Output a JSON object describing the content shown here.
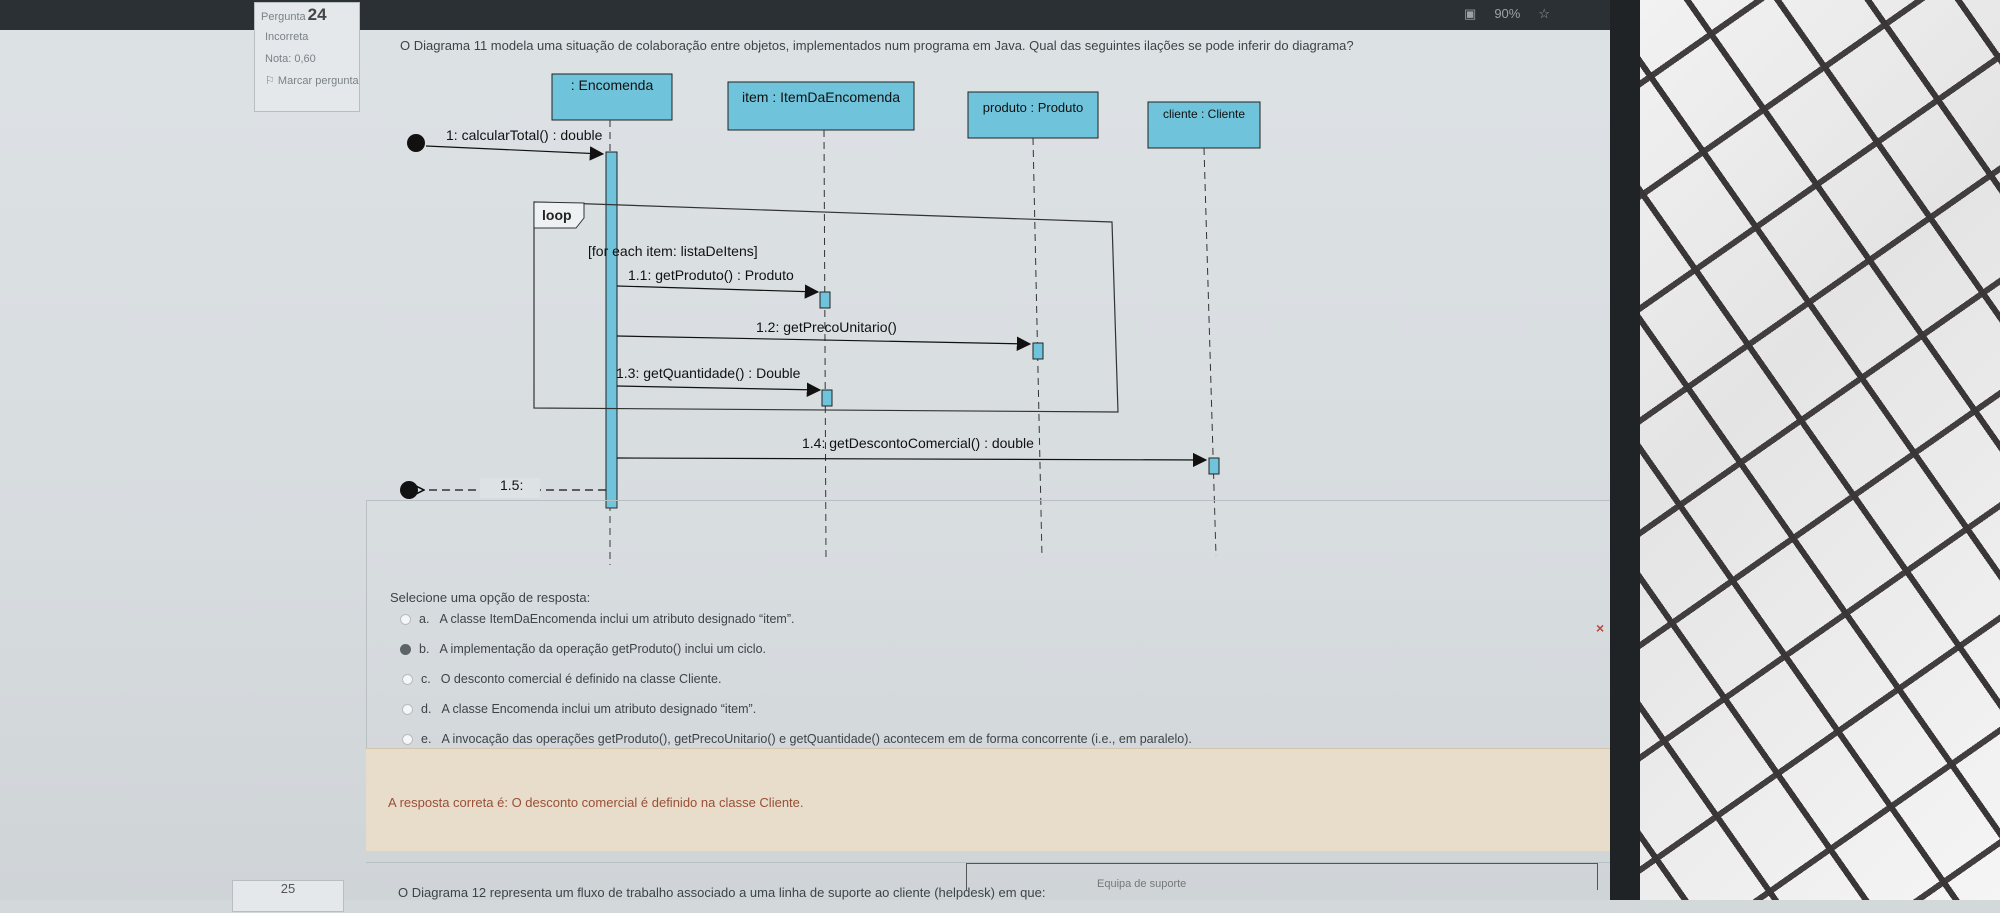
{
  "question_info": {
    "number_prefix": "Pergunta",
    "number": "24",
    "status": "Incorreta",
    "grade": "Nota: 0,60",
    "flag_label": "Marcar pergunta"
  },
  "question": {
    "text": "O Diagrama 11 modela uma situação de colaboração entre objetos, implementados num programa em Java. Qual das seguintes ilações se pode inferir do diagrama?"
  },
  "diagram": {
    "lifelines": [
      ": Encomenda",
      "item : ItemDaEncomenda",
      "produto : Produto",
      "cliente : Cliente"
    ],
    "fragment_label": "loop",
    "guard": "[for each item: listaDeItens]",
    "messages": [
      "1: calcularTotal() : double",
      "1.1: getProduto() : Produto",
      "1.2: getPrecoUnitario()",
      "1.3: getQuantidade() : Double",
      "1.4: getDescontoComercial() : double",
      "1.5:"
    ]
  },
  "answers": {
    "prompt": "Selecione uma opção de resposta:",
    "options": [
      {
        "letter": "a.",
        "text": "A classe ItemDaEncomenda inclui um atributo designado “item”."
      },
      {
        "letter": "b.",
        "text": "A implementação da operação getProduto() inclui um ciclo."
      },
      {
        "letter": "c.",
        "text": "O desconto comercial é definido na classe Cliente."
      },
      {
        "letter": "d.",
        "text": "A classe Encomenda inclui um atributo designado “item”."
      },
      {
        "letter": "e.",
        "text": "A invocação das operações getProduto(), getPrecoUnitario() e getQuantidade() acontecem em de forma concorrente (i.e., em paralelo)."
      }
    ],
    "selected": "b."
  },
  "feedback": {
    "text": "A resposta correta é: O desconto comercial é definido na classe Cliente."
  },
  "next": {
    "number": "25",
    "text": "O Diagrama 12 representa um fluxo de trabalho associado a uma linha de suporte ao cliente (helpdesk) em que:",
    "sub_label": "Equipa de suporte"
  },
  "toolbar": {
    "zoom": "90%"
  },
  "colors": {
    "lifeline_fill": "#6fc3db",
    "feedback_bg": "#e7ddca",
    "wrong_mark": "#c0463e"
  }
}
